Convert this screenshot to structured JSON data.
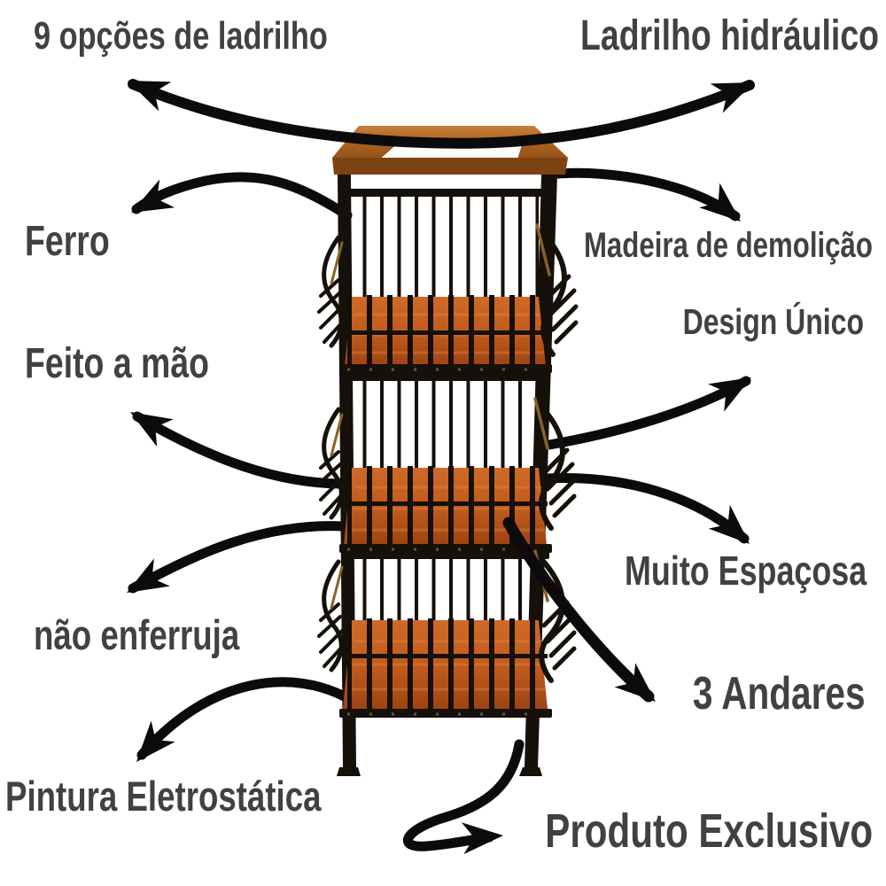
{
  "callouts": [
    {
      "id": "tile-options",
      "text": "9 opções de ladrilho",
      "points_to": "tabletop tile insert"
    },
    {
      "id": "hydraulic-tile",
      "text": "Ladrilho hidráulico",
      "points_to": "tabletop tile insert"
    },
    {
      "id": "iron",
      "text": "Ferro",
      "points_to": "black metal frame"
    },
    {
      "id": "demolition-wood",
      "text": "Madeira de demolição",
      "points_to": "wooden tabletop frame"
    },
    {
      "id": "unique-design",
      "text": "Design Único",
      "points_to": "side scrollwork"
    },
    {
      "id": "handmade",
      "text": "Feito a mão",
      "points_to": "basket ironwork"
    },
    {
      "id": "spacious",
      "text": "Muito Espaçosa",
      "points_to": "basket shelf"
    },
    {
      "id": "no-rust",
      "text": "não enferruja",
      "points_to": "metal frame side"
    },
    {
      "id": "three-tiers",
      "text": "3 Andares",
      "points_to": "three stacked baskets"
    },
    {
      "id": "electrostatic-paint",
      "text": "Pintura Eletrostática",
      "points_to": "black painted leg"
    },
    {
      "id": "exclusive-product",
      "text": "Produto Exclusivo",
      "points_to": "rack base"
    }
  ],
  "product_visual": {
    "description": "three-tier black wrought-iron fruit rack with wooden shelves and wood-framed tile top",
    "tiers": 3
  },
  "colors": {
    "background": "#ffffff",
    "text": "#414141",
    "arrow": "#0b0b0b",
    "metal": "#16100a",
    "brass": "#8a6126",
    "wood_top": "#a9611e",
    "wood_shelf": "#c05a1c",
    "tile_insert": "#fdfcf8"
  }
}
